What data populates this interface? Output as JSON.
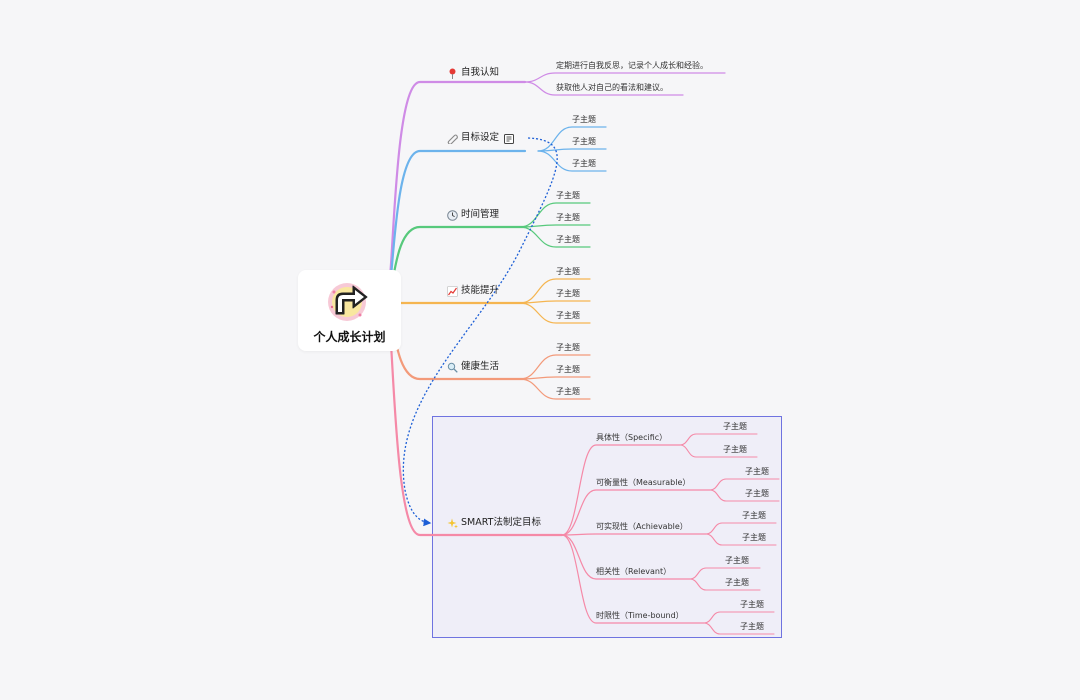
{
  "root": {
    "title": "个人成长计划",
    "icon": "arrow-up-right-icon"
  },
  "branches": [
    {
      "label": "自我认知",
      "icon": "pin-icon",
      "color": "#cf8be6",
      "items": [
        "定期进行自我反思，记录个人成长和经验。",
        "获取他人对自己的看法和建议。"
      ]
    },
    {
      "label": "目标设定",
      "icon": "paperclip-icon",
      "color": "#6cb3ec",
      "note_icon": "note-icon",
      "items": [
        "子主题",
        "子主题",
        "子主题"
      ]
    },
    {
      "label": "时间管理",
      "icon": "clock-icon",
      "color": "#57c97c",
      "items": [
        "子主题",
        "子主题",
        "子主题"
      ]
    },
    {
      "label": "技能提升",
      "icon": "chart-up-icon",
      "color": "#f5b550",
      "items": [
        "子主题",
        "子主题",
        "子主题"
      ]
    },
    {
      "label": "健康生活",
      "icon": "magnifier-icon",
      "color": "#f39a7a",
      "items": [
        "子主题",
        "子主题",
        "子主题"
      ]
    },
    {
      "label": "SMART法制定目标",
      "icon": "sparkles-icon",
      "color": "#f589a7",
      "items": [
        {
          "label": "具体性（Specific）",
          "items": [
            "子主题",
            "子主题"
          ]
        },
        {
          "label": "可衡量性（Measurable）",
          "items": [
            "子主题",
            "子主题"
          ]
        },
        {
          "label": "可实现性（Achievable）",
          "items": [
            "子主题",
            "子主题"
          ]
        },
        {
          "label": "相关性（Relevant）",
          "items": [
            "子主题",
            "子主题"
          ]
        },
        {
          "label": "时限性（Time-bound）",
          "items": [
            "子主题",
            "子主题"
          ]
        }
      ]
    }
  ],
  "colors": {
    "background": "#f6f6f8",
    "frame_border": "#6f73e0",
    "frame_fill": "#efeef8",
    "relation": "#1d5fd6"
  }
}
